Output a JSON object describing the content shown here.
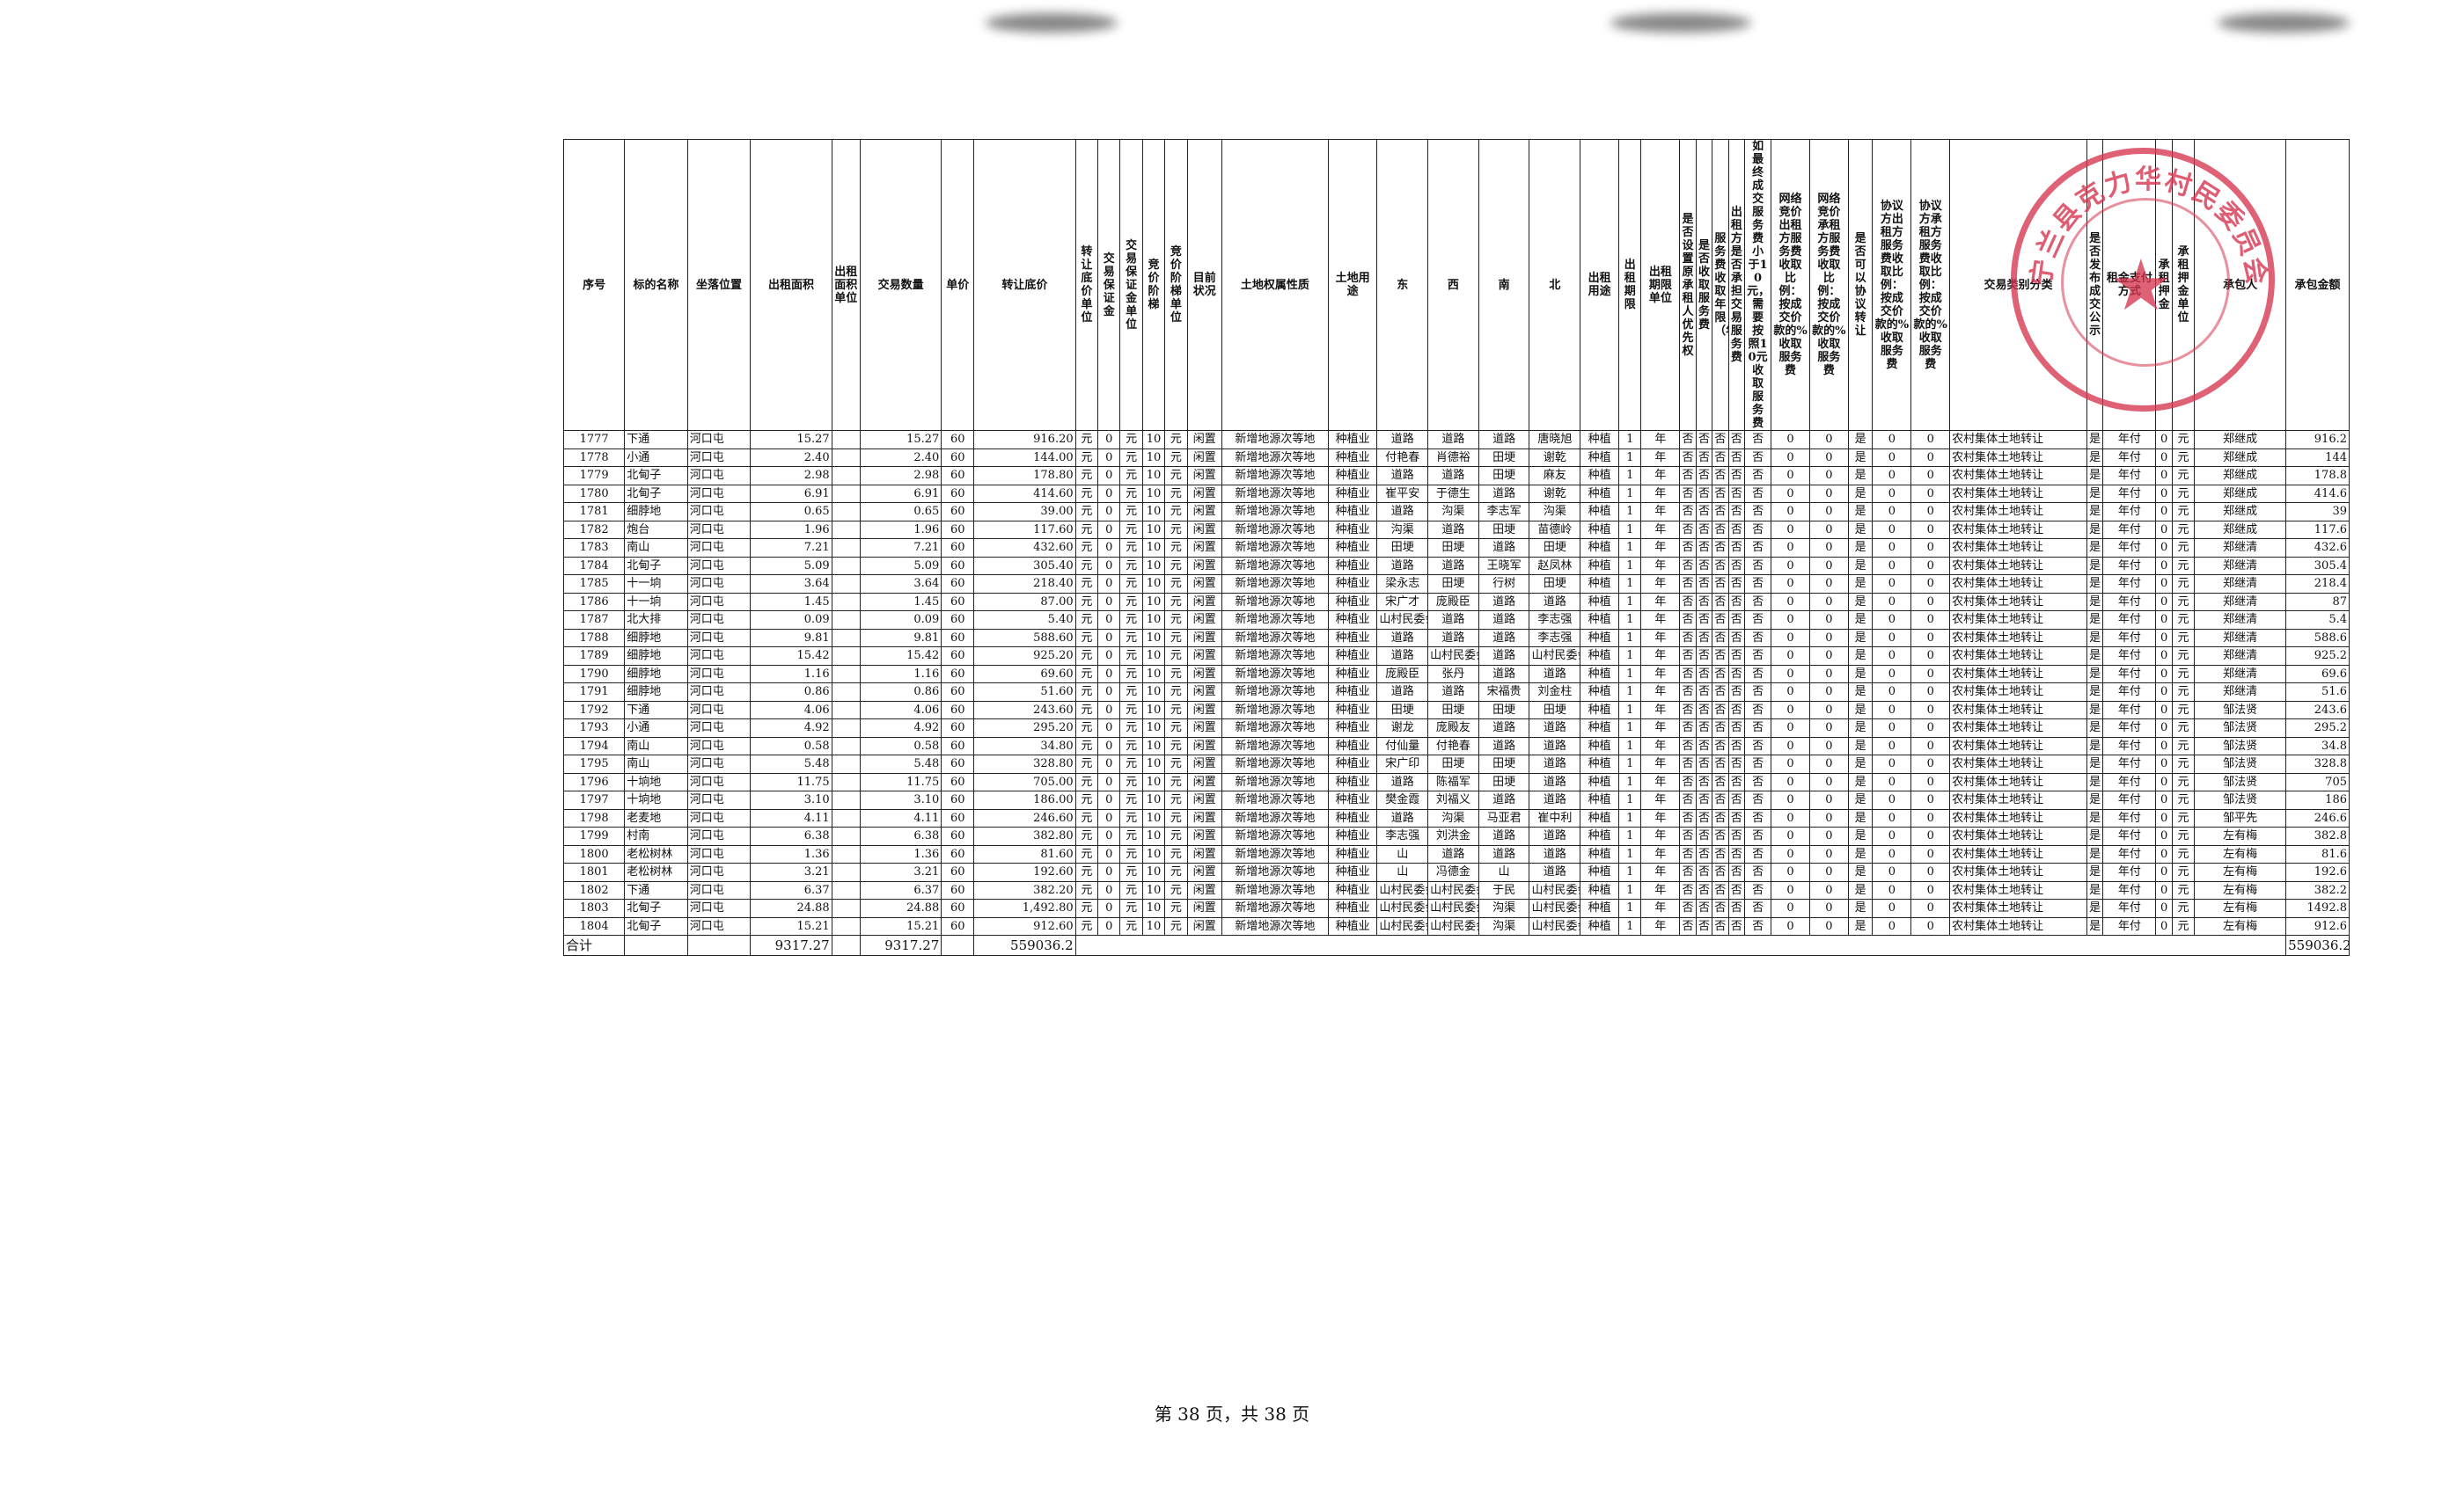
{
  "columns": [
    "序号",
    "标的名称",
    "坐落位置",
    "出租面积",
    "出租面积单位",
    "交易数量",
    "单价",
    "转让底价",
    "转让底价单位",
    "交易保证金",
    "交易保证金单位",
    "竞价阶梯",
    "竞价阶梯单位",
    "目前状况",
    "土地权属性质",
    "土地用途",
    "东",
    "西",
    "南",
    "北",
    "出租用途",
    "出租期限",
    "出租期限单位",
    "是否设置原承租人优先权",
    "是否收取服务费",
    "服务费收取年限（年）",
    "出租方是否承担交易服务费",
    "如最终成交服务费小于10元，需要按照10元收取服务费",
    "网络竞价出租方服务费收取比例：按成交价款的%收取服务费",
    "网络竞价承租方服务费收取比例：按成交价款的%收取服务费",
    "是否可以协议转让",
    "协议方出租方服务费收取比例：按成交价款的%收取服务费",
    "协议方承租方服务费收取比例：按成交价款的%收取服务费",
    "交易类别分类",
    "是否发布成交公示",
    "租金支付方式",
    "承租押金",
    "承租押金单位",
    "承包人",
    "承包金额"
  ],
  "rows": [
    [
      "1777",
      "下通",
      "河口屯",
      "15.27",
      "",
      "15.27",
      "60",
      "916.20",
      "元",
      "0",
      "元",
      "10",
      "元",
      "闲置",
      "新增地源次等地",
      "种植业",
      "道路",
      "道路",
      "道路",
      "唐晓旭",
      "种植",
      "1",
      "年",
      "否",
      "否",
      "否",
      "否",
      "否",
      "0",
      "0",
      "是",
      "0",
      "0",
      "农村集体土地转让",
      "是",
      "年付",
      "0",
      "元",
      "郑继成",
      "916.2"
    ],
    [
      "1778",
      "小通",
      "河口屯",
      "2.40",
      "",
      "2.40",
      "60",
      "144.00",
      "元",
      "0",
      "元",
      "10",
      "元",
      "闲置",
      "新增地源次等地",
      "种植业",
      "付艳春",
      "肖德裕",
      "田埂",
      "谢乾",
      "种植",
      "1",
      "年",
      "否",
      "否",
      "否",
      "否",
      "否",
      "0",
      "0",
      "是",
      "0",
      "0",
      "农村集体土地转让",
      "是",
      "年付",
      "0",
      "元",
      "郑继成",
      "144"
    ],
    [
      "1779",
      "北甸子",
      "河口屯",
      "2.98",
      "",
      "2.98",
      "60",
      "178.80",
      "元",
      "0",
      "元",
      "10",
      "元",
      "闲置",
      "新增地源次等地",
      "种植业",
      "道路",
      "道路",
      "田埂",
      "麻友",
      "种植",
      "1",
      "年",
      "否",
      "否",
      "否",
      "否",
      "否",
      "0",
      "0",
      "是",
      "0",
      "0",
      "农村集体土地转让",
      "是",
      "年付",
      "0",
      "元",
      "郑继成",
      "178.8"
    ],
    [
      "1780",
      "北甸子",
      "河口屯",
      "6.91",
      "",
      "6.91",
      "60",
      "414.60",
      "元",
      "0",
      "元",
      "10",
      "元",
      "闲置",
      "新增地源次等地",
      "种植业",
      "崔平安",
      "于德生",
      "道路",
      "谢乾",
      "种植",
      "1",
      "年",
      "否",
      "否",
      "否",
      "否",
      "否",
      "0",
      "0",
      "是",
      "0",
      "0",
      "农村集体土地转让",
      "是",
      "年付",
      "0",
      "元",
      "郑继成",
      "414.6"
    ],
    [
      "1781",
      "细脖地",
      "河口屯",
      "0.65",
      "",
      "0.65",
      "60",
      "39.00",
      "元",
      "0",
      "元",
      "10",
      "元",
      "闲置",
      "新增地源次等地",
      "种植业",
      "道路",
      "沟渠",
      "李志军",
      "沟渠",
      "种植",
      "1",
      "年",
      "否",
      "否",
      "否",
      "否",
      "否",
      "0",
      "0",
      "是",
      "0",
      "0",
      "农村集体土地转让",
      "是",
      "年付",
      "0",
      "元",
      "郑继成",
      "39"
    ],
    [
      "1782",
      "炮台",
      "河口屯",
      "1.96",
      "",
      "1.96",
      "60",
      "117.60",
      "元",
      "0",
      "元",
      "10",
      "元",
      "闲置",
      "新增地源次等地",
      "种植业",
      "沟渠",
      "道路",
      "田埂",
      "苗德岭",
      "种植",
      "1",
      "年",
      "否",
      "否",
      "否",
      "否",
      "否",
      "0",
      "0",
      "是",
      "0",
      "0",
      "农村集体土地转让",
      "是",
      "年付",
      "0",
      "元",
      "郑继成",
      "117.6"
    ],
    [
      "1783",
      "南山",
      "河口屯",
      "7.21",
      "",
      "7.21",
      "60",
      "432.60",
      "元",
      "0",
      "元",
      "10",
      "元",
      "闲置",
      "新增地源次等地",
      "种植业",
      "田埂",
      "田埂",
      "道路",
      "田埂",
      "种植",
      "1",
      "年",
      "否",
      "否",
      "否",
      "否",
      "否",
      "0",
      "0",
      "是",
      "0",
      "0",
      "农村集体土地转让",
      "是",
      "年付",
      "0",
      "元",
      "郑继清",
      "432.6"
    ],
    [
      "1784",
      "北甸子",
      "河口屯",
      "5.09",
      "",
      "5.09",
      "60",
      "305.40",
      "元",
      "0",
      "元",
      "10",
      "元",
      "闲置",
      "新增地源次等地",
      "种植业",
      "道路",
      "道路",
      "王晓军",
      "赵凤林",
      "种植",
      "1",
      "年",
      "否",
      "否",
      "否",
      "否",
      "否",
      "0",
      "0",
      "是",
      "0",
      "0",
      "农村集体土地转让",
      "是",
      "年付",
      "0",
      "元",
      "郑继清",
      "305.4"
    ],
    [
      "1785",
      "十一垧",
      "河口屯",
      "3.64",
      "",
      "3.64",
      "60",
      "218.40",
      "元",
      "0",
      "元",
      "10",
      "元",
      "闲置",
      "新增地源次等地",
      "种植业",
      "梁永志",
      "田埂",
      "行树",
      "田埂",
      "种植",
      "1",
      "年",
      "否",
      "否",
      "否",
      "否",
      "否",
      "0",
      "0",
      "是",
      "0",
      "0",
      "农村集体土地转让",
      "是",
      "年付",
      "0",
      "元",
      "郑继清",
      "218.4"
    ],
    [
      "1786",
      "十一垧",
      "河口屯",
      "1.45",
      "",
      "1.45",
      "60",
      "87.00",
      "元",
      "0",
      "元",
      "10",
      "元",
      "闲置",
      "新增地源次等地",
      "种植业",
      "宋广才",
      "庞殿臣",
      "道路",
      "道路",
      "种植",
      "1",
      "年",
      "否",
      "否",
      "否",
      "否",
      "否",
      "0",
      "0",
      "是",
      "0",
      "0",
      "农村集体土地转让",
      "是",
      "年付",
      "0",
      "元",
      "郑继清",
      "87"
    ],
    [
      "1787",
      "北大排",
      "河口屯",
      "0.09",
      "",
      "0.09",
      "60",
      "5.40",
      "元",
      "0",
      "元",
      "10",
      "元",
      "闲置",
      "新增地源次等地",
      "种植业",
      "山村民委会",
      "道路",
      "道路",
      "李志强",
      "种植",
      "1",
      "年",
      "否",
      "否",
      "否",
      "否",
      "否",
      "0",
      "0",
      "是",
      "0",
      "0",
      "农村集体土地转让",
      "是",
      "年付",
      "0",
      "元",
      "郑继清",
      "5.4"
    ],
    [
      "1788",
      "细脖地",
      "河口屯",
      "9.81",
      "",
      "9.81",
      "60",
      "588.60",
      "元",
      "0",
      "元",
      "10",
      "元",
      "闲置",
      "新增地源次等地",
      "种植业",
      "道路",
      "道路",
      "道路",
      "李志强",
      "种植",
      "1",
      "年",
      "否",
      "否",
      "否",
      "否",
      "否",
      "0",
      "0",
      "是",
      "0",
      "0",
      "农村集体土地转让",
      "是",
      "年付",
      "0",
      "元",
      "郑继清",
      "588.6"
    ],
    [
      "1789",
      "细脖地",
      "河口屯",
      "15.42",
      "",
      "15.42",
      "60",
      "925.20",
      "元",
      "0",
      "元",
      "10",
      "元",
      "闲置",
      "新增地源次等地",
      "种植业",
      "道路",
      "山村民委会",
      "道路",
      "山村民委会",
      "种植",
      "1",
      "年",
      "否",
      "否",
      "否",
      "否",
      "否",
      "0",
      "0",
      "是",
      "0",
      "0",
      "农村集体土地转让",
      "是",
      "年付",
      "0",
      "元",
      "郑继清",
      "925.2"
    ],
    [
      "1790",
      "细脖地",
      "河口屯",
      "1.16",
      "",
      "1.16",
      "60",
      "69.60",
      "元",
      "0",
      "元",
      "10",
      "元",
      "闲置",
      "新增地源次等地",
      "种植业",
      "庞殿臣",
      "张丹",
      "道路",
      "道路",
      "种植",
      "1",
      "年",
      "否",
      "否",
      "否",
      "否",
      "否",
      "0",
      "0",
      "是",
      "0",
      "0",
      "农村集体土地转让",
      "是",
      "年付",
      "0",
      "元",
      "郑继清",
      "69.6"
    ],
    [
      "1791",
      "细脖地",
      "河口屯",
      "0.86",
      "",
      "0.86",
      "60",
      "51.60",
      "元",
      "0",
      "元",
      "10",
      "元",
      "闲置",
      "新增地源次等地",
      "种植业",
      "道路",
      "道路",
      "宋福贵",
      "刘金柱",
      "种植",
      "1",
      "年",
      "否",
      "否",
      "否",
      "否",
      "否",
      "0",
      "0",
      "是",
      "0",
      "0",
      "农村集体土地转让",
      "是",
      "年付",
      "0",
      "元",
      "郑继清",
      "51.6"
    ],
    [
      "1792",
      "下通",
      "河口屯",
      "4.06",
      "",
      "4.06",
      "60",
      "243.60",
      "元",
      "0",
      "元",
      "10",
      "元",
      "闲置",
      "新增地源次等地",
      "种植业",
      "田埂",
      "田埂",
      "田埂",
      "田埂",
      "种植",
      "1",
      "年",
      "否",
      "否",
      "否",
      "否",
      "否",
      "0",
      "0",
      "是",
      "0",
      "0",
      "农村集体土地转让",
      "是",
      "年付",
      "0",
      "元",
      "邹法贤",
      "243.6"
    ],
    [
      "1793",
      "小通",
      "河口屯",
      "4.92",
      "",
      "4.92",
      "60",
      "295.20",
      "元",
      "0",
      "元",
      "10",
      "元",
      "闲置",
      "新增地源次等地",
      "种植业",
      "谢龙",
      "庞殿友",
      "道路",
      "道路",
      "种植",
      "1",
      "年",
      "否",
      "否",
      "否",
      "否",
      "否",
      "0",
      "0",
      "是",
      "0",
      "0",
      "农村集体土地转让",
      "是",
      "年付",
      "0",
      "元",
      "邹法贤",
      "295.2"
    ],
    [
      "1794",
      "南山",
      "河口屯",
      "0.58",
      "",
      "0.58",
      "60",
      "34.80",
      "元",
      "0",
      "元",
      "10",
      "元",
      "闲置",
      "新增地源次等地",
      "种植业",
      "付仙量",
      "付艳春",
      "道路",
      "道路",
      "种植",
      "1",
      "年",
      "否",
      "否",
      "否",
      "否",
      "否",
      "0",
      "0",
      "是",
      "0",
      "0",
      "农村集体土地转让",
      "是",
      "年付",
      "0",
      "元",
      "邹法贤",
      "34.8"
    ],
    [
      "1795",
      "南山",
      "河口屯",
      "5.48",
      "",
      "5.48",
      "60",
      "328.80",
      "元",
      "0",
      "元",
      "10",
      "元",
      "闲置",
      "新增地源次等地",
      "种植业",
      "宋广印",
      "田埂",
      "田埂",
      "道路",
      "种植",
      "1",
      "年",
      "否",
      "否",
      "否",
      "否",
      "否",
      "0",
      "0",
      "是",
      "0",
      "0",
      "农村集体土地转让",
      "是",
      "年付",
      "0",
      "元",
      "邹法贤",
      "328.8"
    ],
    [
      "1796",
      "十垧地",
      "河口屯",
      "11.75",
      "",
      "11.75",
      "60",
      "705.00",
      "元",
      "0",
      "元",
      "10",
      "元",
      "闲置",
      "新增地源次等地",
      "种植业",
      "道路",
      "陈福军",
      "田埂",
      "道路",
      "种植",
      "1",
      "年",
      "否",
      "否",
      "否",
      "否",
      "否",
      "0",
      "0",
      "是",
      "0",
      "0",
      "农村集体土地转让",
      "是",
      "年付",
      "0",
      "元",
      "邹法贤",
      "705"
    ],
    [
      "1797",
      "十垧地",
      "河口屯",
      "3.10",
      "",
      "3.10",
      "60",
      "186.00",
      "元",
      "0",
      "元",
      "10",
      "元",
      "闲置",
      "新增地源次等地",
      "种植业",
      "樊金霞",
      "刘福义",
      "道路",
      "道路",
      "种植",
      "1",
      "年",
      "否",
      "否",
      "否",
      "否",
      "否",
      "0",
      "0",
      "是",
      "0",
      "0",
      "农村集体土地转让",
      "是",
      "年付",
      "0",
      "元",
      "邹法贤",
      "186"
    ],
    [
      "1798",
      "老麦地",
      "河口屯",
      "4.11",
      "",
      "4.11",
      "60",
      "246.60",
      "元",
      "0",
      "元",
      "10",
      "元",
      "闲置",
      "新增地源次等地",
      "种植业",
      "道路",
      "沟渠",
      "马亚君",
      "崔中利",
      "种植",
      "1",
      "年",
      "否",
      "否",
      "否",
      "否",
      "否",
      "0",
      "0",
      "是",
      "0",
      "0",
      "农村集体土地转让",
      "是",
      "年付",
      "0",
      "元",
      "邹平先",
      "246.6"
    ],
    [
      "1799",
      "村南",
      "河口屯",
      "6.38",
      "",
      "6.38",
      "60",
      "382.80",
      "元",
      "0",
      "元",
      "10",
      "元",
      "闲置",
      "新增地源次等地",
      "种植业",
      "李志强",
      "刘洪金",
      "道路",
      "道路",
      "种植",
      "1",
      "年",
      "否",
      "否",
      "否",
      "否",
      "否",
      "0",
      "0",
      "是",
      "0",
      "0",
      "农村集体土地转让",
      "是",
      "年付",
      "0",
      "元",
      "左有梅",
      "382.8"
    ],
    [
      "1800",
      "老松树林",
      "河口屯",
      "1.36",
      "",
      "1.36",
      "60",
      "81.60",
      "元",
      "0",
      "元",
      "10",
      "元",
      "闲置",
      "新增地源次等地",
      "种植业",
      "山",
      "道路",
      "道路",
      "道路",
      "种植",
      "1",
      "年",
      "否",
      "否",
      "否",
      "否",
      "否",
      "0",
      "0",
      "是",
      "0",
      "0",
      "农村集体土地转让",
      "是",
      "年付",
      "0",
      "元",
      "左有梅",
      "81.6"
    ],
    [
      "1801",
      "老松树林",
      "河口屯",
      "3.21",
      "",
      "3.21",
      "60",
      "192.60",
      "元",
      "0",
      "元",
      "10",
      "元",
      "闲置",
      "新增地源次等地",
      "种植业",
      "山",
      "冯德金",
      "山",
      "道路",
      "种植",
      "1",
      "年",
      "否",
      "否",
      "否",
      "否",
      "否",
      "0",
      "0",
      "是",
      "0",
      "0",
      "农村集体土地转让",
      "是",
      "年付",
      "0",
      "元",
      "左有梅",
      "192.6"
    ],
    [
      "1802",
      "下通",
      "河口屯",
      "6.37",
      "",
      "6.37",
      "60",
      "382.20",
      "元",
      "0",
      "元",
      "10",
      "元",
      "闲置",
      "新增地源次等地",
      "种植业",
      "山村民委会",
      "山村民委会",
      "于民",
      "山村民委会",
      "种植",
      "1",
      "年",
      "否",
      "否",
      "否",
      "否",
      "否",
      "0",
      "0",
      "是",
      "0",
      "0",
      "农村集体土地转让",
      "是",
      "年付",
      "0",
      "元",
      "左有梅",
      "382.2"
    ],
    [
      "1803",
      "北甸子",
      "河口屯",
      "24.88",
      "",
      "24.88",
      "60",
      "1,492.80",
      "元",
      "0",
      "元",
      "10",
      "元",
      "闲置",
      "新增地源次等地",
      "种植业",
      "山村民委会",
      "山村民委会",
      "沟渠",
      "山村民委会",
      "种植",
      "1",
      "年",
      "否",
      "否",
      "否",
      "否",
      "否",
      "0",
      "0",
      "是",
      "0",
      "0",
      "农村集体土地转让",
      "是",
      "年付",
      "0",
      "元",
      "左有梅",
      "1492.8"
    ],
    [
      "1804",
      "北甸子",
      "河口屯",
      "15.21",
      "",
      "15.21",
      "60",
      "912.60",
      "元",
      "0",
      "元",
      "10",
      "元",
      "闲置",
      "新增地源次等地",
      "种植业",
      "山村民委会",
      "山村民委会",
      "沟渠",
      "山村民委会",
      "种植",
      "1",
      "年",
      "否",
      "否",
      "否",
      "否",
      "否",
      "0",
      "0",
      "是",
      "0",
      "0",
      "农村集体土地转让",
      "是",
      "年付",
      "0",
      "元",
      "左有梅",
      "912.6"
    ]
  ],
  "totals": {
    "label": "合计",
    "area": "9317.27",
    "quantity": "9317.27",
    "reserve_price": "559036.2",
    "contract_amount": "559036.2"
  },
  "stamp": {
    "text": "宁兰县克力华村民委员会",
    "color": "#d6344f"
  },
  "footer": "第 38 页，共 38 页"
}
